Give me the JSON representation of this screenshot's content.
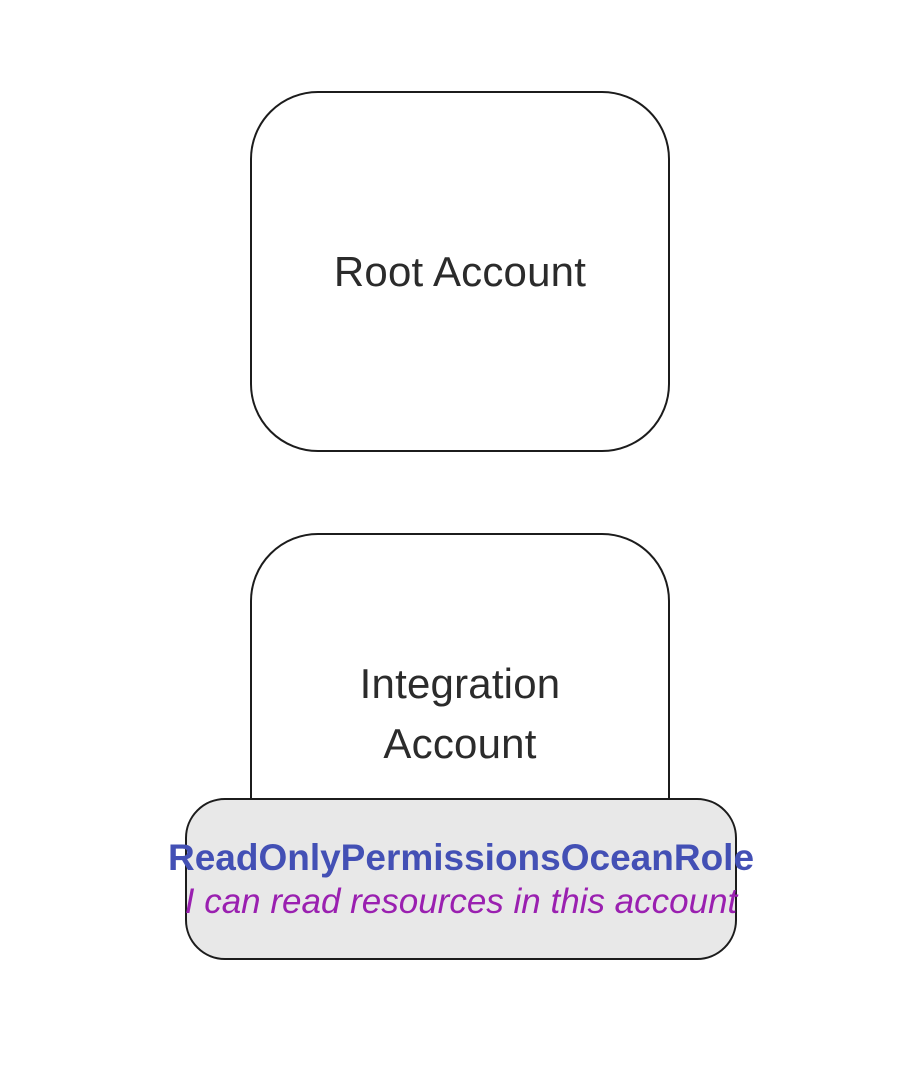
{
  "diagram": {
    "type": "account-hierarchy",
    "nodes": [
      {
        "id": "root-account",
        "label": "Root Account"
      },
      {
        "id": "integration-account",
        "label": "Integration Account"
      }
    ],
    "role_badge": {
      "title": "ReadOnlyPermissionsOceanRole",
      "subtitle": "I can read resources in this account",
      "attached_to": "integration-account"
    },
    "colors": {
      "node_fill": "#ffffff",
      "node_border": "#1c1c1c",
      "node_text": "#2b2b2b",
      "badge_fill": "#e8e8e8",
      "badge_border": "#1c1c1c",
      "badge_title": "#4350b5",
      "badge_subtitle": "#9a20b0",
      "background": "#ffffff"
    }
  }
}
